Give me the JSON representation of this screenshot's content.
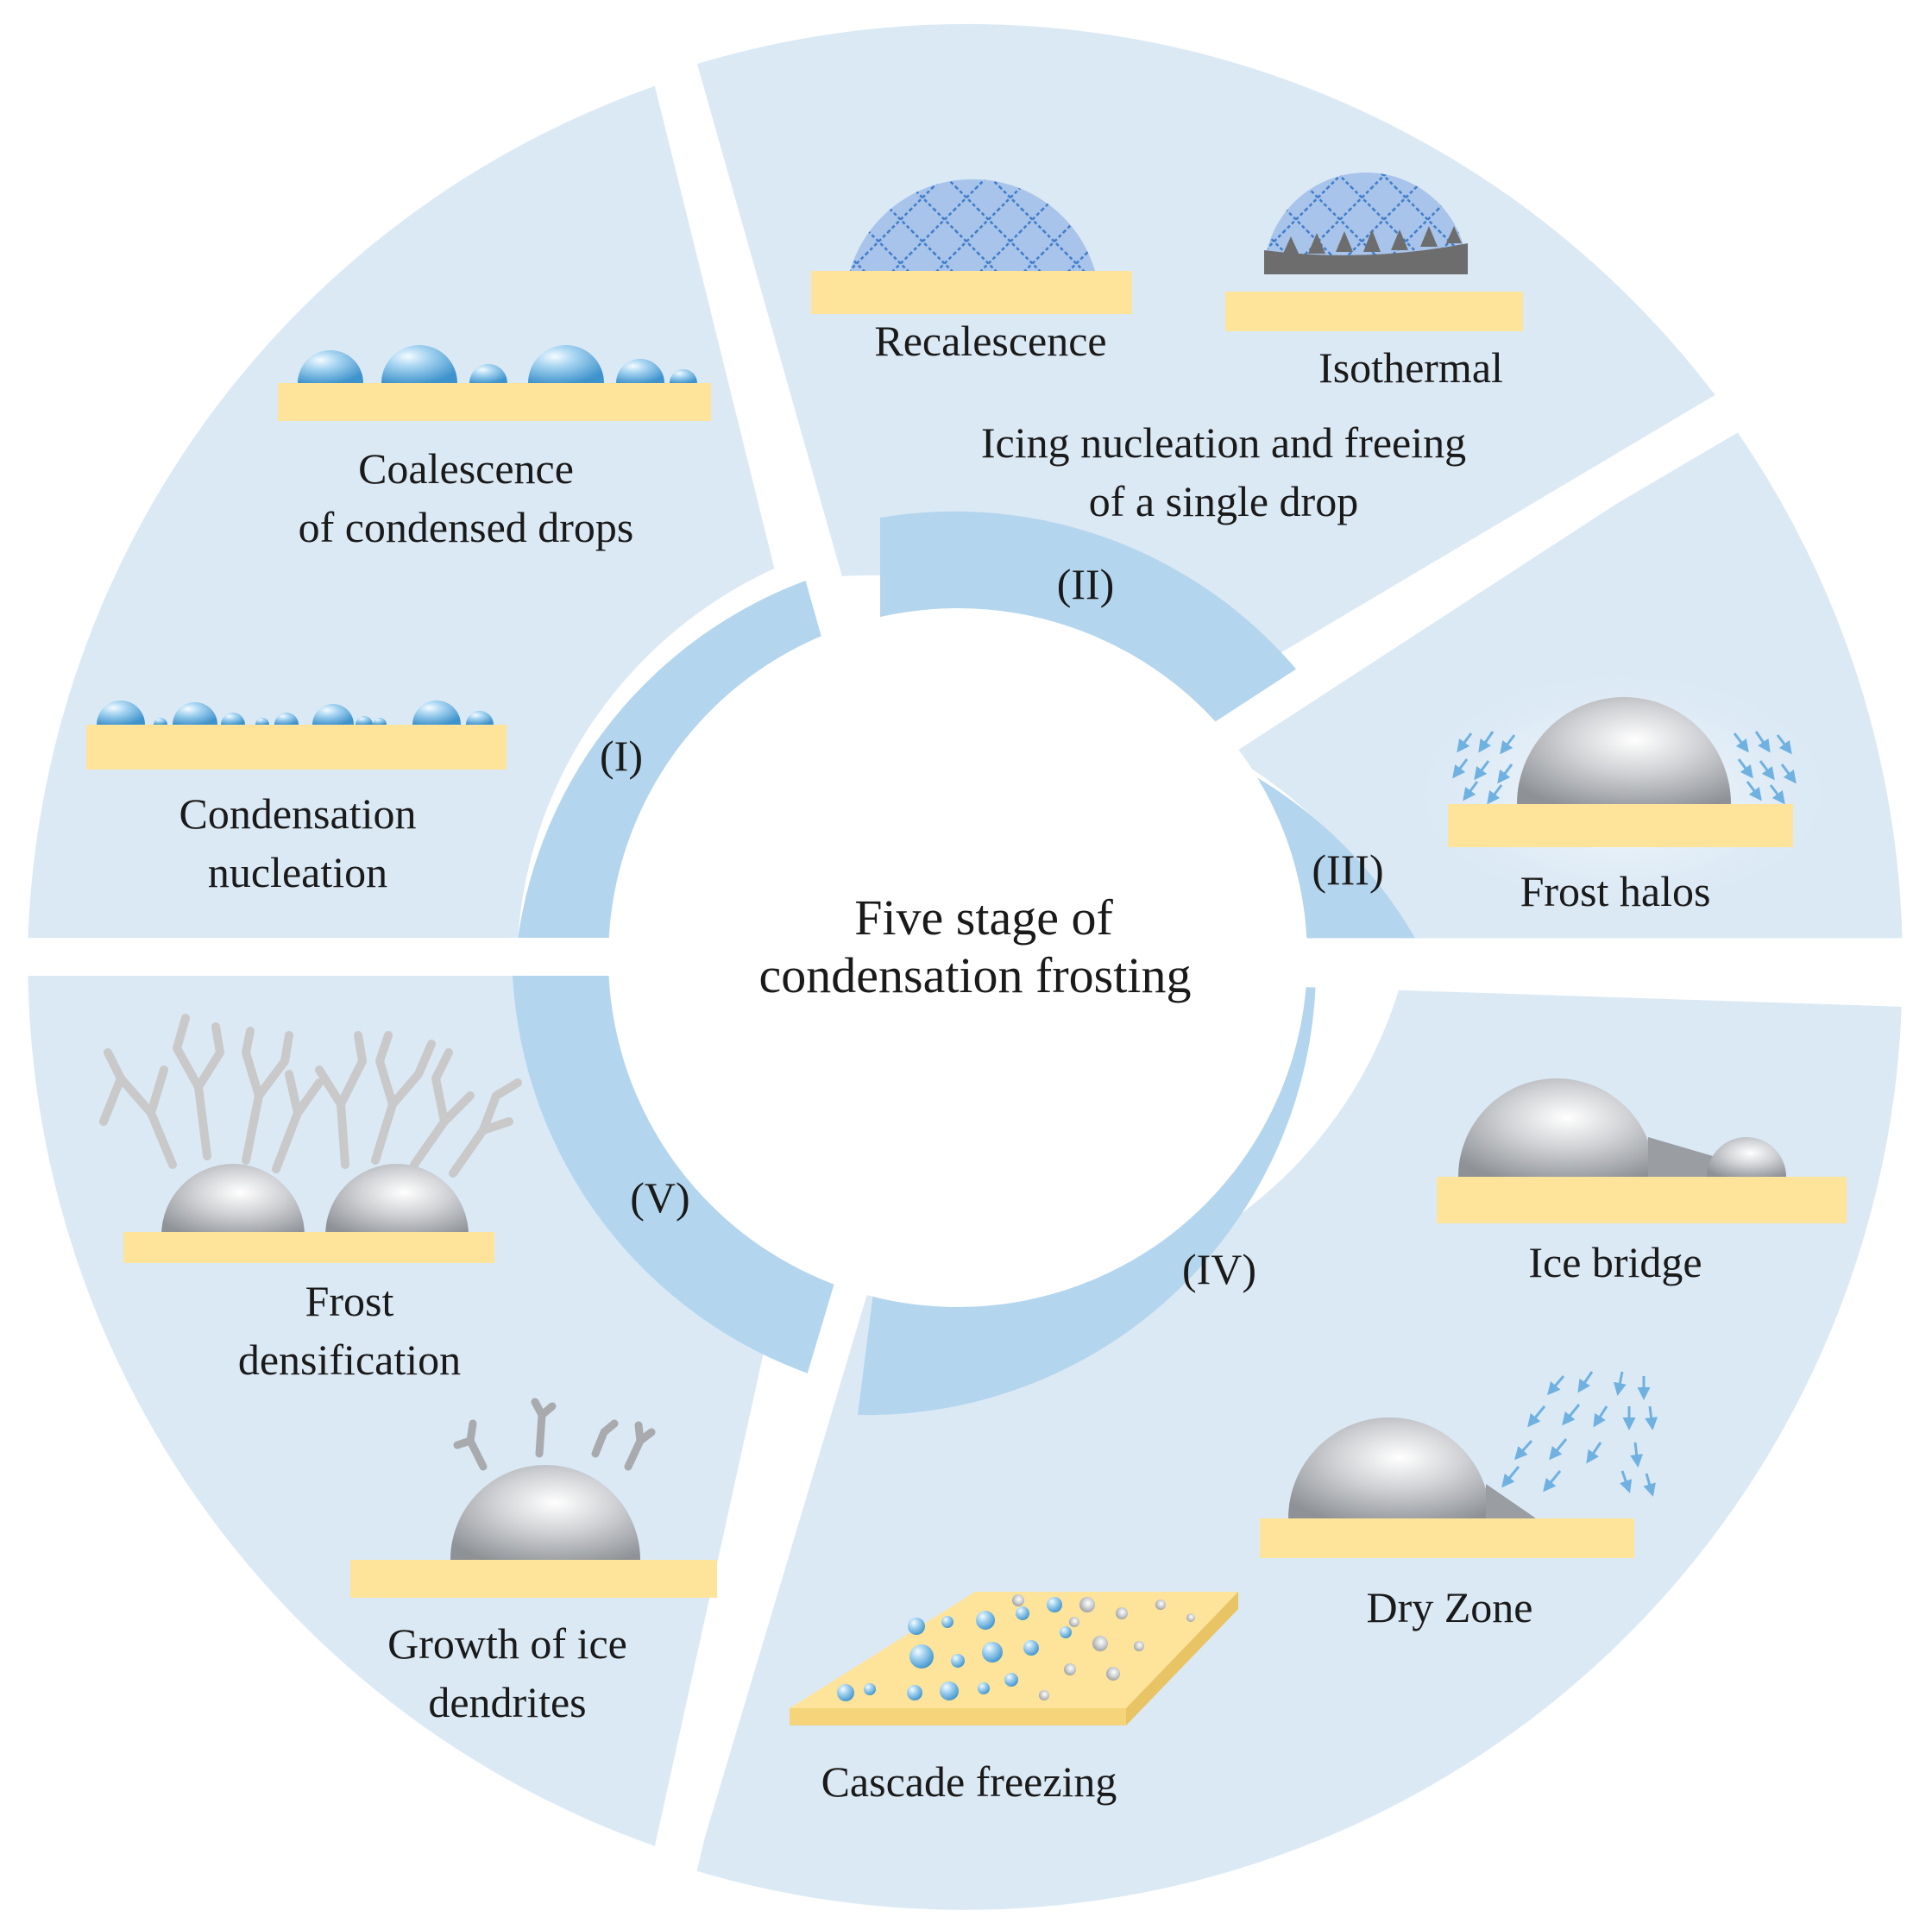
{
  "center": {
    "line1": "Five stage of",
    "line2": "condensation frosting"
  },
  "stages": {
    "s1": {
      "numeral": "(I)"
    },
    "s2": {
      "numeral": "(II)"
    },
    "s3": {
      "numeral": "(III)"
    },
    "s4": {
      "numeral": "(IV)"
    },
    "s5": {
      "numeral": "(V)"
    }
  },
  "labels": {
    "coalescence": [
      "Coalescence",
      "of condensed drops"
    ],
    "condensation_nucleation": [
      "Condensation",
      "nucleation"
    ],
    "recalescence": "Recalescence",
    "isothermal": "Isothermal",
    "icing": [
      "Icing  nucleation and freeing",
      "of a single drop"
    ],
    "frost_halos": "Frost halos",
    "ice_bridge": "Ice bridge",
    "dry_zone": "Dry Zone",
    "cascade_freezing": "Cascade freezing",
    "frost_densification": [
      "Frost",
      "densification"
    ],
    "growth_dendrites": [
      "Growth of ice",
      "dendrites"
    ]
  },
  "colors": {
    "outer_sector": "#dbe9f5",
    "inner_ring": "#b3d5ee",
    "substrate": "#fde49a",
    "water_drop": "#7fbfe6",
    "ice_drop": "#b9bcc0",
    "frost": "#c9c9c9",
    "arrow": "#6fb1e0"
  }
}
